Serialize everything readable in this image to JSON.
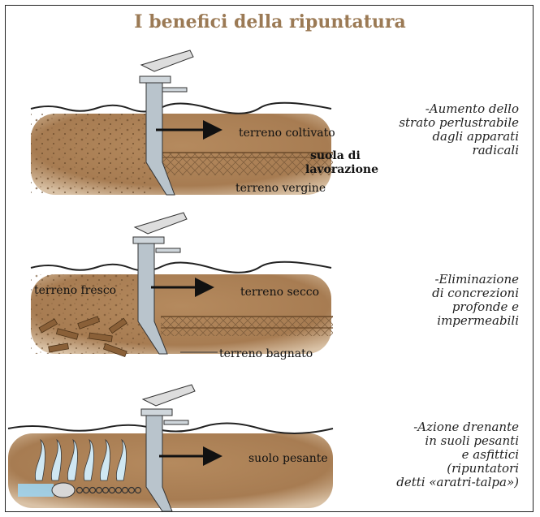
{
  "title": "I benefici della ripuntatura",
  "panels": [
    {
      "labels": {
        "cultivated": "terreno coltivato",
        "plow_sole_1": "suola di",
        "plow_sole_2": "lavorazione",
        "virgin": "terreno vergine"
      },
      "caption": [
        "-Aumento dello",
        "strato perlustrabile",
        "dagli apparati",
        "radicali"
      ]
    },
    {
      "labels": {
        "fresh": "terreno fresco",
        "dry": "terreno secco",
        "wet": "terreno bagnato"
      },
      "caption": [
        "-Eliminazione",
        "di concrezioni",
        "profonde e",
        "impermeabili"
      ]
    },
    {
      "labels": {
        "heavy": "suolo pesante"
      },
      "caption": [
        "-Azione drenante",
        "in suoli pesanti",
        "e asfittici",
        "(ripuntatori",
        "detti «aratri-talpa»)"
      ]
    }
  ],
  "colors": {
    "title": "#9b7a55",
    "soil": "#b08358",
    "soil_dark": "#8a6038",
    "blade": "#b9c4cc",
    "water": "#9fd4ee"
  }
}
